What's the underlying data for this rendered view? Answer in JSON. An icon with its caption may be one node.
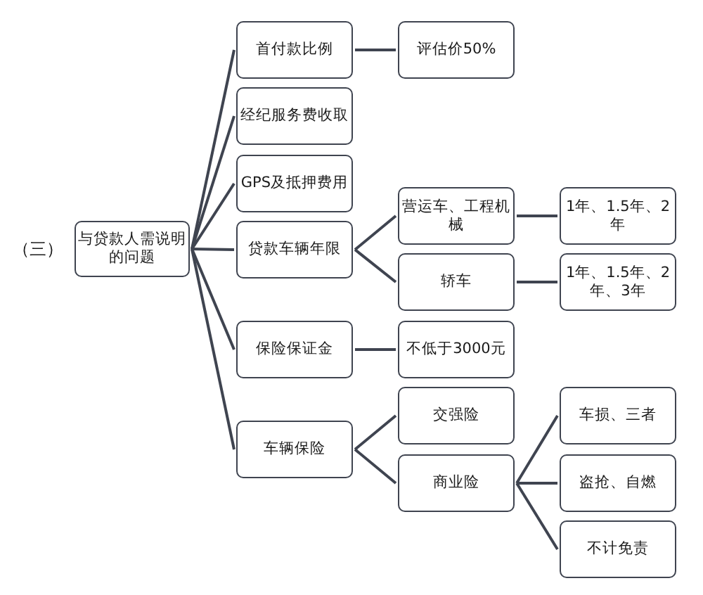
{
  "diagram": {
    "nodes": [
      {
        "text": [
          "与贷款人需说明的问题"
        ],
        "beside": [
          "（三）"
        ]
      },
      {
        "text": [
          "首付款比例"
        ]
      },
      {
        "text": [
          "评估价50%"
        ]
      },
      {
        "text": [
          "经纪服务费收取"
        ]
      },
      {
        "text": [
          "GPS及抵押费用"
        ]
      },
      {
        "text": [
          "贷款车辆年限"
        ]
      },
      {
        "text": [
          "营运车、工程机械"
        ]
      },
      {
        "text": [
          "1年、1.5年、2年"
        ]
      },
      {
        "text": [
          "轿车"
        ]
      },
      {
        "text": [
          "1年、1.5年、2年、3年"
        ]
      },
      {
        "text": [
          "保险保证金"
        ]
      },
      {
        "text": [
          "不低于3000元"
        ]
      },
      {
        "text": [
          "车辆保险"
        ]
      },
      {
        "text": [
          "交强险"
        ]
      },
      {
        "text": [
          "商业险"
        ]
      },
      {
        "text": [
          "车损、三者"
        ]
      },
      {
        "text": [
          "盗抢、自燃"
        ]
      },
      {
        "text": [
          "不计免责"
        ]
      }
    ],
    "edges": [
      {
        "from": 0,
        "to": 1,
        "arrow": "none"
      },
      {
        "from": 0,
        "to": 3,
        "arrow": "none"
      },
      {
        "from": 0,
        "to": 4,
        "arrow": "none"
      },
      {
        "from": 0,
        "to": 5,
        "arrow": "none"
      },
      {
        "from": 0,
        "to": 10,
        "arrow": "none"
      },
      {
        "from": 0,
        "to": 12,
        "arrow": "none"
      },
      {
        "from": 1,
        "to": 2,
        "arrow": "none"
      },
      {
        "from": 5,
        "to": 6,
        "arrow": "none"
      },
      {
        "from": 5,
        "to": 8,
        "arrow": "none"
      },
      {
        "from": 6,
        "to": 7,
        "arrow": "none"
      },
      {
        "from": 8,
        "to": 9,
        "arrow": "none"
      },
      {
        "from": 10,
        "to": 11,
        "arrow": "none"
      },
      {
        "from": 12,
        "to": 13,
        "arrow": "none"
      },
      {
        "from": 12,
        "to": 14,
        "arrow": "none"
      },
      {
        "from": 14,
        "to": 15,
        "arrow": "none"
      },
      {
        "from": 14,
        "to": 16,
        "arrow": "none"
      },
      {
        "from": 14,
        "to": 17,
        "arrow": "none"
      }
    ]
  }
}
